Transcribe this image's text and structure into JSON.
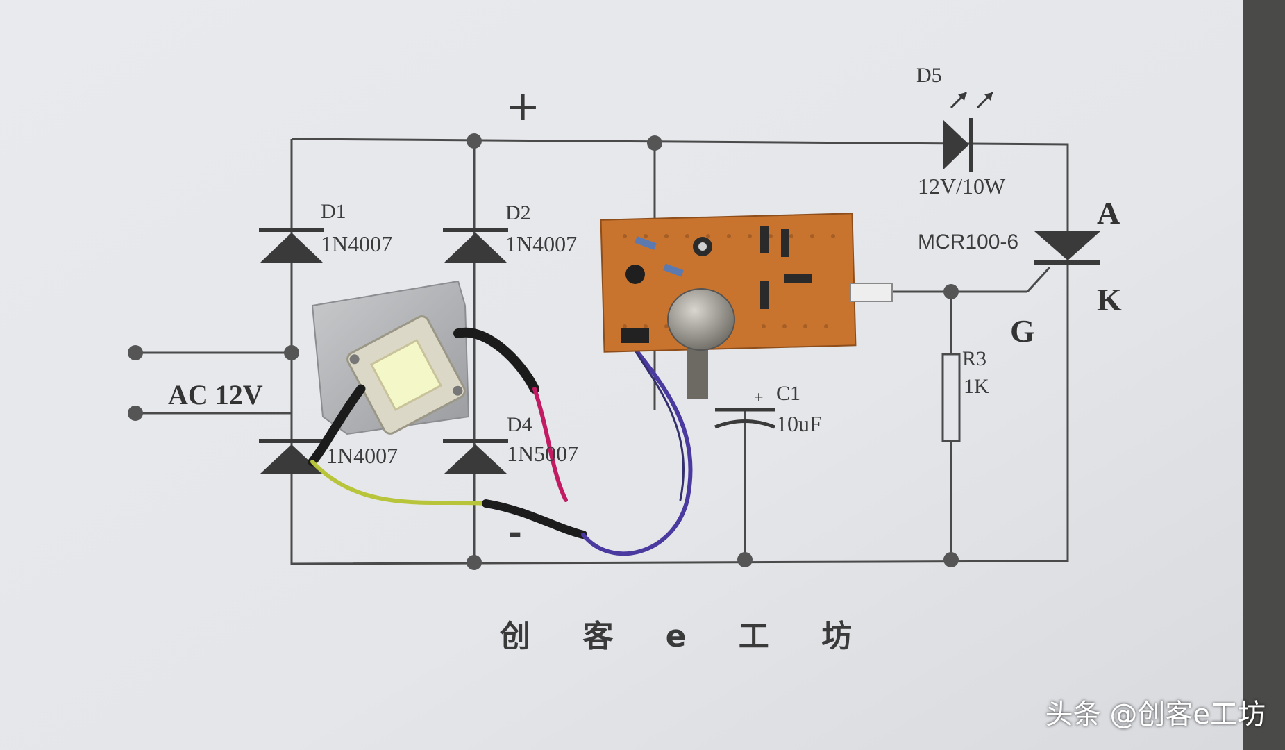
{
  "schematic": {
    "plus_sign": "+",
    "minus_sign": "-",
    "ac_label": "AC 12V",
    "d1": {
      "name": "D1",
      "part": "1N4007"
    },
    "d2": {
      "name": "D2",
      "part": "1N4007"
    },
    "d3": {
      "part": "1N4007"
    },
    "d4": {
      "name": "D4",
      "part": "1N5007"
    },
    "d5": {
      "name": "D5",
      "rating": "12V/10W"
    },
    "scr": {
      "part": "MCR100-6",
      "anode": "A",
      "cathode": "K",
      "gate": "G"
    },
    "r3": {
      "name": "R3",
      "value": "1K"
    },
    "c1": {
      "name": "C1",
      "value": "10uF",
      "polarity": "+"
    }
  },
  "footer_title": "创 客 e 工 坊",
  "watermark": "头条 @创客e工坊",
  "colors": {
    "paper": "#e6e8ec",
    "ink": "#3a3a3a",
    "pcb": "#c9742e",
    "led_chip": "#f4f7c8"
  }
}
